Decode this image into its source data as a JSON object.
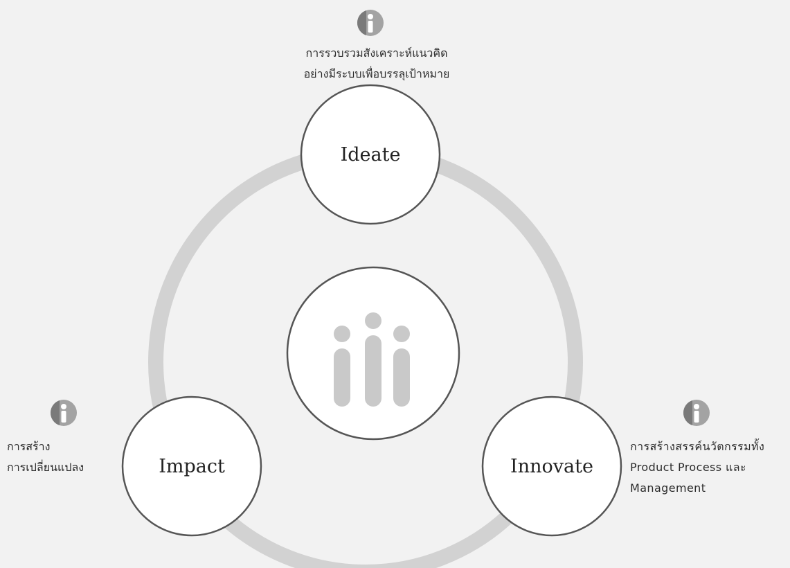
{
  "diagram": {
    "nodes": [
      {
        "id": "ideate",
        "label": "Ideate"
      },
      {
        "id": "impact",
        "label": "Impact"
      },
      {
        "id": "innovate",
        "label": "Innovate"
      }
    ],
    "captions": {
      "ideate": [
        "การรวบรวมสังเคราะห์แนวคิด",
        "อย่างมีระบบเพื่อบรรลุเป้าหมาย"
      ],
      "impact": [
        "การสร้าง",
        "การเปลี่ยนแปลง"
      ],
      "innovate": [
        "การสร้างสรรค์นวัตกรรมทั้ง",
        "Product Process และ",
        "Management"
      ]
    },
    "icons": {
      "caption_marker": "info-icon",
      "center_logo": "three-people-logo-icon"
    },
    "colors": {
      "ring": "#d2d2d2",
      "circle_stroke": "#555555",
      "circle_fill": "#ffffff",
      "logo": "#c9c9c9",
      "info_icon": "#9a9a9a"
    }
  }
}
